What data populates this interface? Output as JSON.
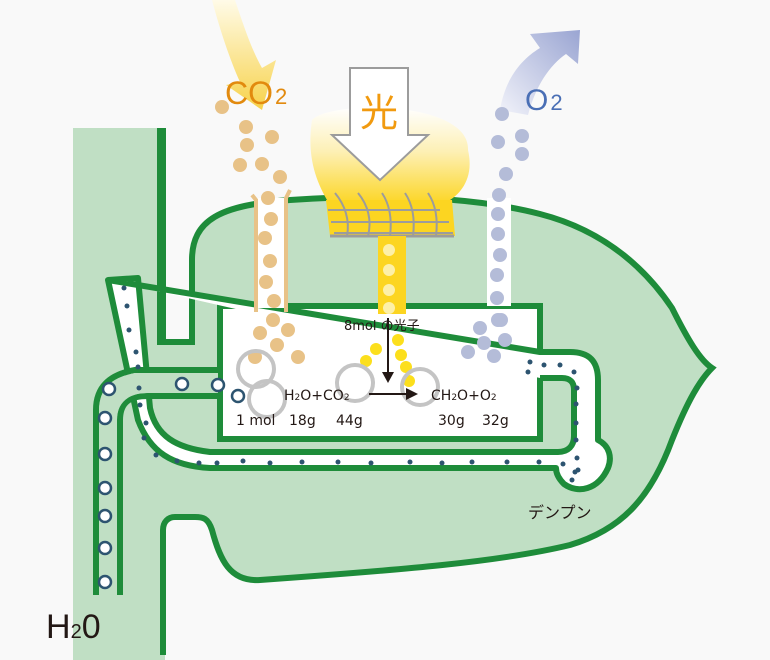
{
  "title": "Photosynthesis in a leaf",
  "labels": {
    "co2_main": "CO",
    "co2_sub": "2",
    "o2_main": "O",
    "o2_sub": "2",
    "light": "光",
    "photons": "8mol の光子",
    "starch": "デンプン",
    "water_main": "H",
    "water_sub": "2",
    "water_tail": "0"
  },
  "equation": {
    "reactants": [
      {
        "main": "H",
        "sub": "2",
        "tail": "O"
      },
      {
        "plus": "+"
      },
      {
        "main": "CO",
        "sub": "2"
      }
    ],
    "products": [
      {
        "main": "CH",
        "sub": "2",
        "tail": "O"
      },
      {
        "plus": "+"
      },
      {
        "main": "O",
        "sub": "2"
      }
    ],
    "amount": "1 mol",
    "masses": {
      "h2o": "18g",
      "co2": "44g",
      "ch2o": "30g",
      "o2": "32g"
    }
  },
  "colors": {
    "leaf_fill": "#c0dfc4",
    "leaf_stroke": "#1e8c3a",
    "co2": "#e8c287",
    "co2_text": "#e28a0e",
    "o2": "#b4bcd8",
    "o2_text": "#4a6fb5",
    "light_yellow": "#fcd521",
    "phloem_dot": "#2d5470",
    "water_circle": "#2d5470",
    "gray_circle": "#c4c4c4"
  }
}
